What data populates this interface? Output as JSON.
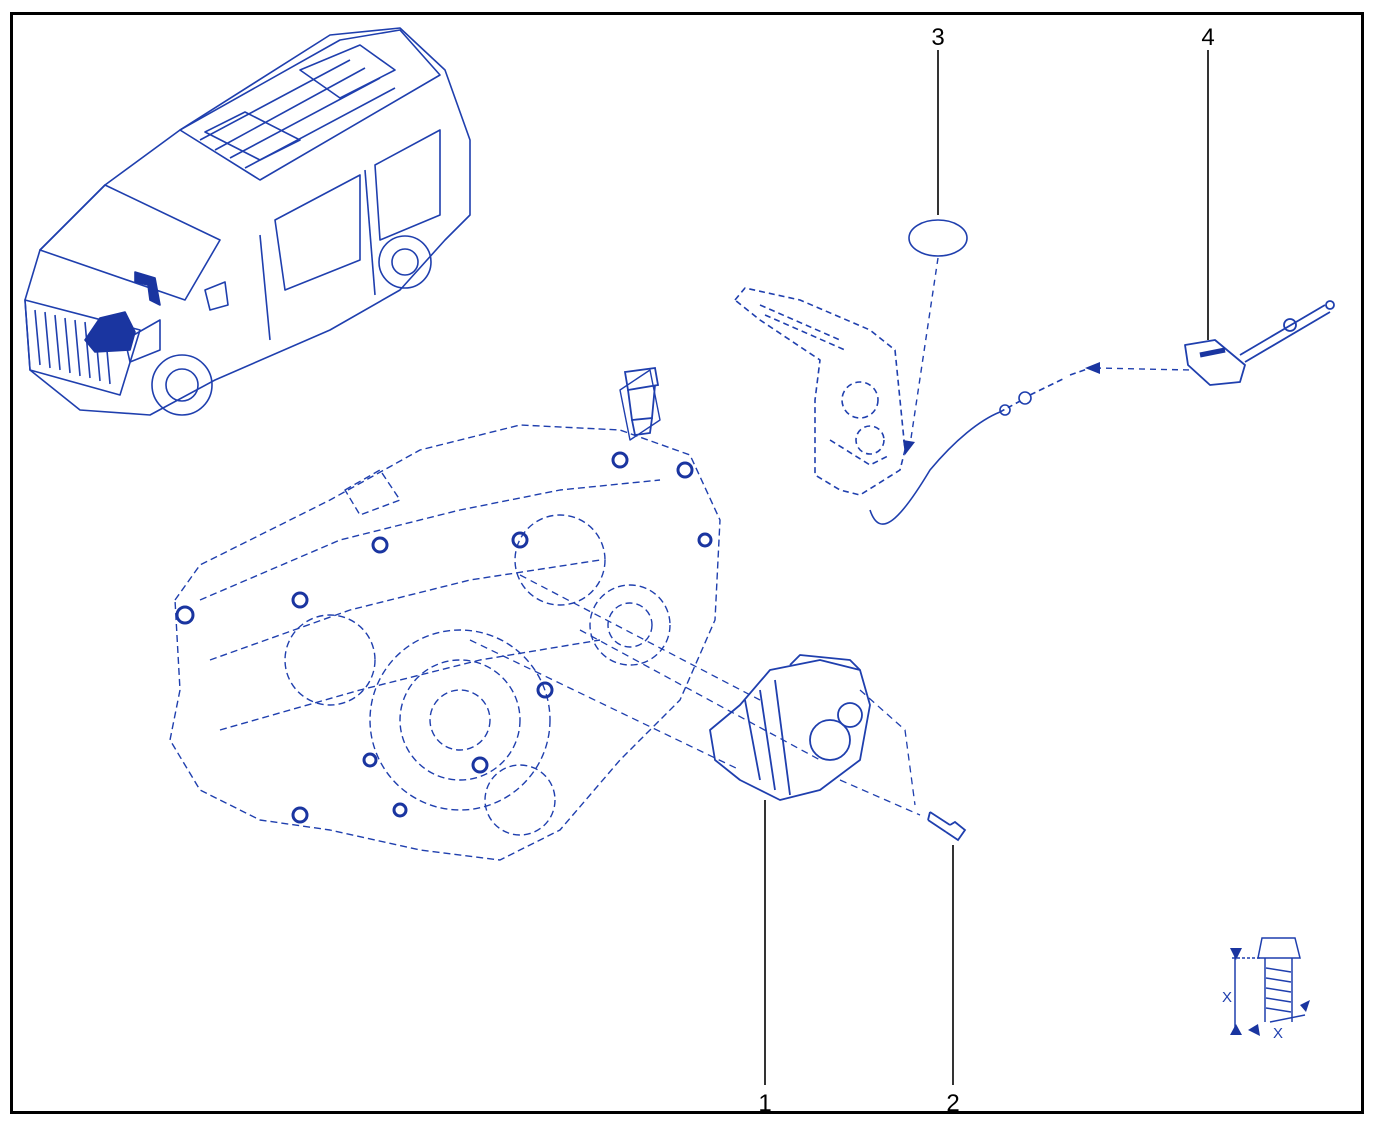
{
  "callouts": {
    "c1": "1",
    "c2": "2",
    "c3": "3",
    "c4": "4"
  },
  "legend": {
    "x_left": "X",
    "x_right": "X"
  },
  "colors": {
    "line": "#1f3fae",
    "fill": "#1a35a0",
    "callout": "#000000",
    "frame": "#000000"
  },
  "icons": {
    "vehicle": "van-icon",
    "gearbox": "gearbox-icon",
    "actuator": "actuator-icon",
    "bolt": "bolt-icon",
    "lever": "lever-icon",
    "sensor": "sensor-icon",
    "gauge": "bolt-gauge-icon"
  }
}
